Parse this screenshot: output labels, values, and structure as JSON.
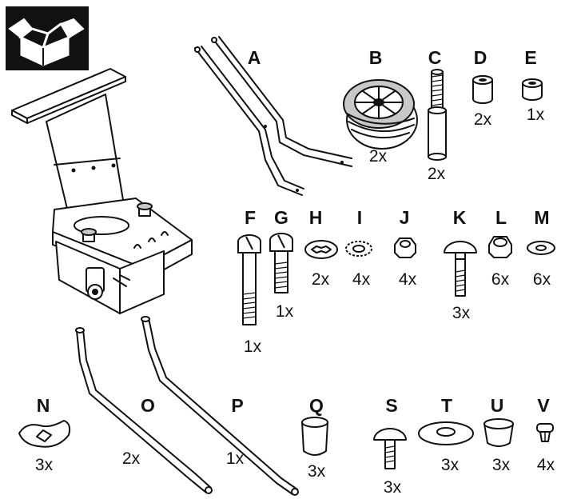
{
  "icons": {
    "box": "open-box-icon"
  },
  "parts": [
    {
      "letter": "A",
      "qty": ""
    },
    {
      "letter": "B",
      "qty": "2x"
    },
    {
      "letter": "C",
      "qty": "2x"
    },
    {
      "letter": "D",
      "qty": "2x"
    },
    {
      "letter": "E",
      "qty": "1x"
    },
    {
      "letter": "F",
      "qty": "1x"
    },
    {
      "letter": "G",
      "qty": "1x"
    },
    {
      "letter": "H",
      "qty": "2x"
    },
    {
      "letter": "I",
      "qty": "4x"
    },
    {
      "letter": "J",
      "qty": "4x"
    },
    {
      "letter": "K",
      "qty": "3x"
    },
    {
      "letter": "L",
      "qty": "6x"
    },
    {
      "letter": "M",
      "qty": "6x"
    },
    {
      "letter": "N",
      "qty": "3x"
    },
    {
      "letter": "O",
      "qty": "2x"
    },
    {
      "letter": "P",
      "qty": "1x"
    },
    {
      "letter": "Q",
      "qty": "3x"
    },
    {
      "letter": "S",
      "qty": "3x"
    },
    {
      "letter": "T",
      "qty": "3x"
    },
    {
      "letter": "U",
      "qty": "3x"
    },
    {
      "letter": "V",
      "qty": "4x"
    }
  ]
}
